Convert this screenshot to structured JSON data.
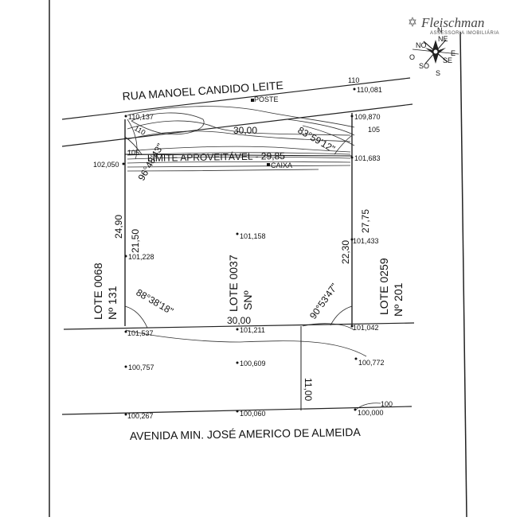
{
  "logo": {
    "brand": "Fleischman",
    "tagline": "ASSESSORIA IMOBILIÁRIA"
  },
  "compass": {
    "n": "N",
    "ne": "NE",
    "no": "NO",
    "e": "E",
    "o": "O",
    "se": "SE",
    "so": "SO",
    "s": "S"
  },
  "streets": {
    "top": "RUA MANOEL CANDIDO LEITE",
    "bottom": "AVENIDA MIN. JOSÉ AMERICO DE ALMEIDA"
  },
  "markers": {
    "poste": "POSTE",
    "caixa": "CAIXA",
    "limite": "LIMITE APROVEITÁVEL - 29,85"
  },
  "lots": {
    "left": {
      "lote": "LOTE 0068",
      "numero": "Nº 131"
    },
    "center": {
      "lote": "LOTE 0037",
      "numero": "SNº"
    },
    "right": {
      "lote": "LOTE 0259",
      "numero": "Nº 201"
    }
  },
  "dimensions": {
    "top_width": "30,00",
    "bottom_width": "30,00",
    "left_outer": "24,90",
    "left_inner": "21,50",
    "right_outer": "27,75",
    "right_inner": "22,30",
    "setback": "11,00",
    "angle_top_left": "96°48'43\"",
    "angle_top_right": "83°59'12\"",
    "angle_bottom_left": "88°38'18\"",
    "angle_bottom_right": "90°53'47\""
  },
  "contours": {
    "c110": "110",
    "c105a": "105",
    "c105b": "105",
    "c110b": "110",
    "c100": "100"
  },
  "elevations": {
    "e1": "110,081",
    "e2": "110,137",
    "e3": "109,870",
    "e4": "102,050",
    "e5": "101,683",
    "e6": "101,158",
    "e7": "101,228",
    "e8": "101,433",
    "e9": "101,537",
    "e10": "101,211",
    "e11": "101,042",
    "e12": "100,757",
    "e13": "100,609",
    "e14": "100,772",
    "e15": "100,267",
    "e16": "100,060",
    "e17": "100,000"
  }
}
